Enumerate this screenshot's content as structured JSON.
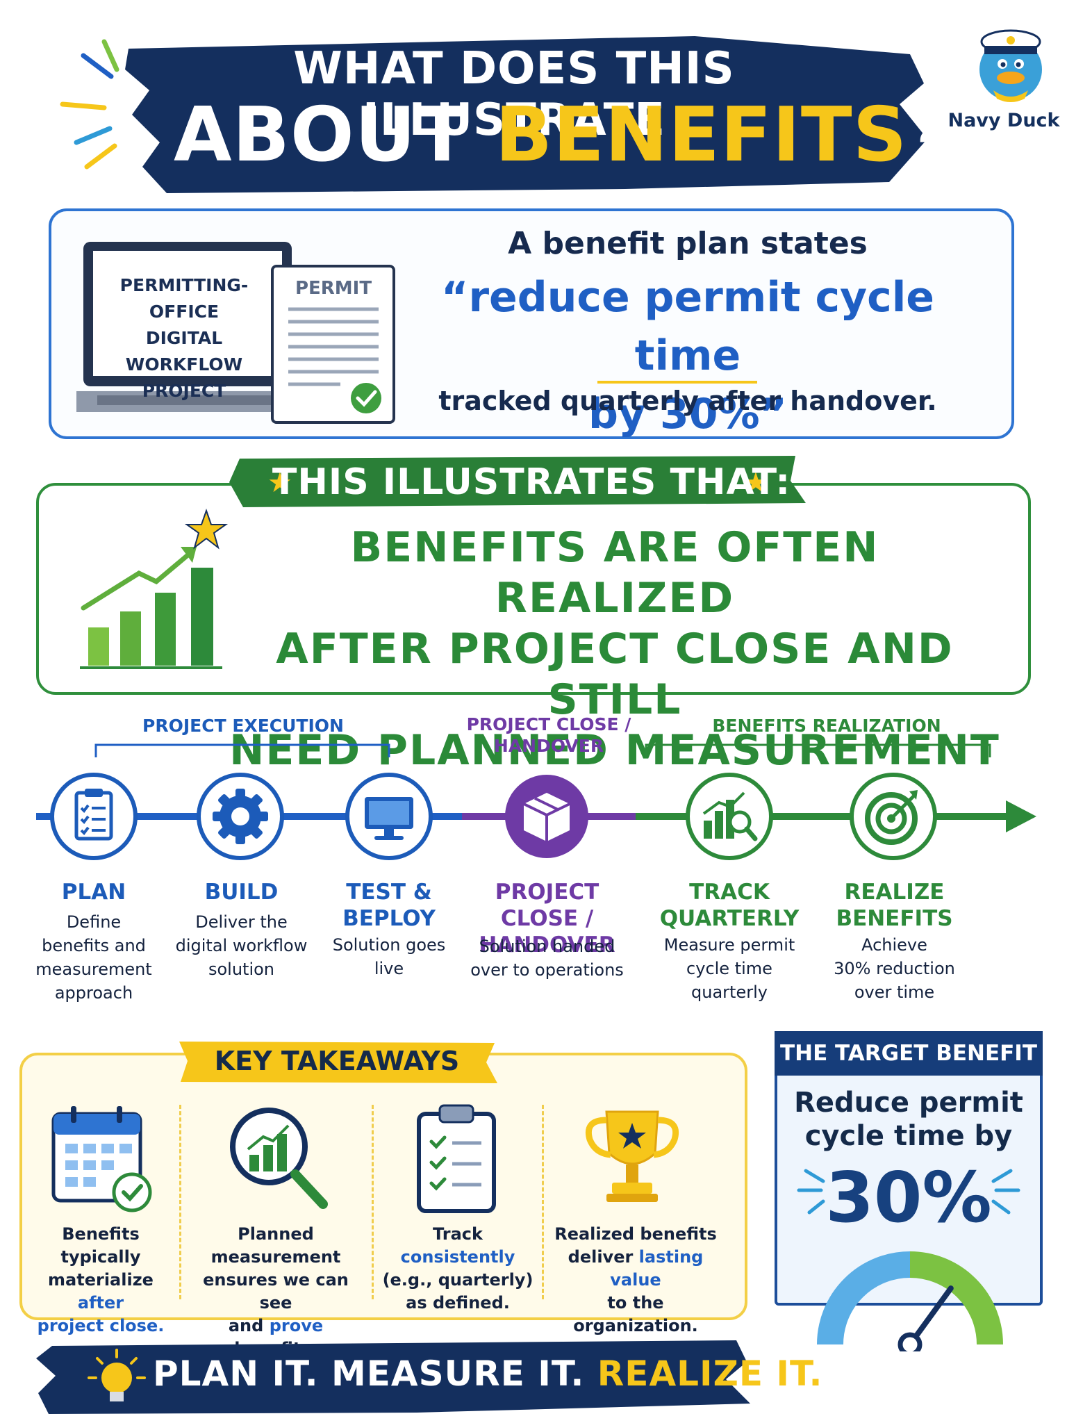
{
  "header": {
    "line1": "WHAT DOES THIS ILLUSTRATE",
    "line2_prefix": "ABOUT ",
    "line2_accent": "BENEFITS",
    "line2_suffix": "?",
    "mascot_name": "Navy Duck"
  },
  "scenario": {
    "laptop_text_1": "PERMITTING-OFFICE",
    "laptop_text_2": "DIGITAL WORKFLOW",
    "laptop_text_3": "PROJECT",
    "document_title": "PERMIT",
    "line1": "A benefit plan states",
    "line2a": "“reduce permit cycle time",
    "line2b": "by 30%”",
    "line3": "tracked quarterly after handover."
  },
  "illustrates": {
    "ribbon": "THIS ILLUSTRATES THAT:",
    "line1": "BENEFITS ARE OFTEN REALIZED",
    "line2": "AFTER PROJECT CLOSE AND STILL",
    "line3": "NEED PLANNED MEASUREMENT"
  },
  "timeline": {
    "phases": {
      "execution": "PROJECT EXECUTION",
      "close_1": "PROJECT CLOSE /",
      "close_2": "HANDOVER",
      "realization": "BENEFITS REALIZATION"
    },
    "steps": [
      {
        "title_1": "PLAN",
        "title_2": "",
        "desc_1": "Define",
        "desc_2": "benefits and",
        "desc_3": "measurement",
        "desc_4": "approach",
        "icon": "clipboard-icon"
      },
      {
        "title_1": "BUILD",
        "title_2": "",
        "desc_1": "Deliver the",
        "desc_2": "digital workflow",
        "desc_3": "solution",
        "desc_4": "",
        "icon": "gear-icon"
      },
      {
        "title_1": "TEST &",
        "title_2": "BEPLOY",
        "desc_1": "Solution goes",
        "desc_2": "live",
        "desc_3": "",
        "desc_4": "",
        "icon": "monitor-icon"
      },
      {
        "title_1": "PROJECT CLOSE /",
        "title_2": "HANDOVER",
        "desc_1": "Solution handed",
        "desc_2": "over to operations",
        "desc_3": "",
        "desc_4": "",
        "icon": "package-icon"
      },
      {
        "title_1": "TRACK",
        "title_2": "QUARTERLY",
        "desc_1": "Measure permit",
        "desc_2": "cycle time",
        "desc_3": "quarterly",
        "desc_4": "",
        "icon": "chart-magnifier-icon"
      },
      {
        "title_1": "REALIZE",
        "title_2": "BENEFITS",
        "desc_1": "Achieve",
        "desc_2": "30% reduction",
        "desc_3": "over time",
        "desc_4": "",
        "icon": "target-icon"
      }
    ]
  },
  "takeaways": {
    "title": "KEY TAKEAWAYS",
    "items": [
      {
        "l1": "Benefits typically",
        "l2a": "materialize ",
        "l2b": "after",
        "l3a": "project close.",
        "l3b": "",
        "icon": "calendar-check-icon"
      },
      {
        "l1": "Planned measurement",
        "l2a": "ensures we can see",
        "l2b": "",
        "l3a": "and ",
        "l3b": "prove",
        "l3c": " benefits.",
        "icon": "magnifier-chart-icon"
      },
      {
        "l1a": "Track ",
        "l1b": "consistently",
        "l2a": "(e.g., quarterly)",
        "l3a": "as defined.",
        "icon": "checklist-icon"
      },
      {
        "l1": "Realized benefits",
        "l2a": "deliver ",
        "l2b": "lasting value",
        "l3a": "to the organization.",
        "icon": "trophy-icon"
      }
    ]
  },
  "target": {
    "heading": "THE TARGET BENEFIT",
    "text_1": "Reduce permit",
    "text_2": "cycle time by",
    "percent": "30%",
    "gauge_level": 0.7
  },
  "footer": {
    "part1": "PLAN IT. MEASURE IT. ",
    "accent": "REALIZE IT."
  },
  "colors": {
    "navy": "#142f5e",
    "blue": "#1f5fc4",
    "green": "#2d8a3a",
    "purple": "#6e3aa5",
    "yellow": "#f6c61a"
  }
}
